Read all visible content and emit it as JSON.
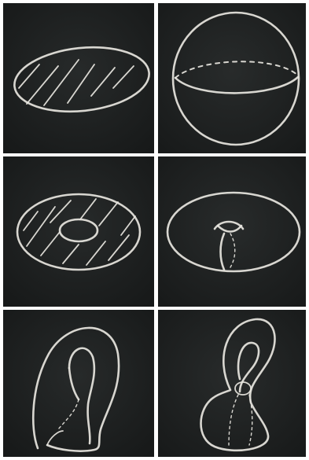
{
  "image": {
    "panels": [
      {
        "id": "disk",
        "subject": "filled-disk"
      },
      {
        "id": "sphere",
        "subject": "sphere-with-equator"
      },
      {
        "id": "annulus",
        "subject": "filled-annulus"
      },
      {
        "id": "torus",
        "subject": "torus"
      },
      {
        "id": "klein-bottle-a",
        "subject": "klein-bottle"
      },
      {
        "id": "klein-bottle-b",
        "subject": "klein-bottle"
      }
    ],
    "colors": {
      "chalkboard": "#1d1f1f",
      "chalk": "#e8e6df",
      "separator": "#ffffff"
    }
  }
}
